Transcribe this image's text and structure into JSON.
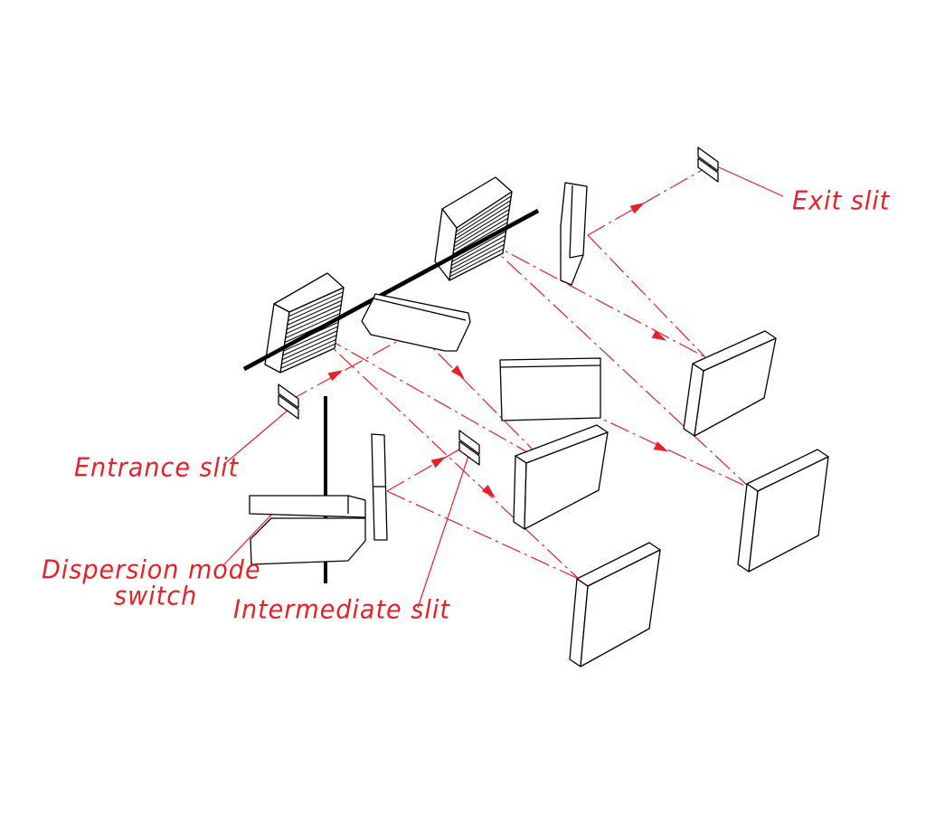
{
  "labels": {
    "exit_slit": "Exit slit",
    "entrance_slit": "Entrance slit",
    "dispersion_line1": "Dispersion mode",
    "dispersion_line2": "switch",
    "intermediate_slit": "Intermediate slit"
  },
  "colors": {
    "ray": "#e8202a",
    "outline": "#000000"
  }
}
